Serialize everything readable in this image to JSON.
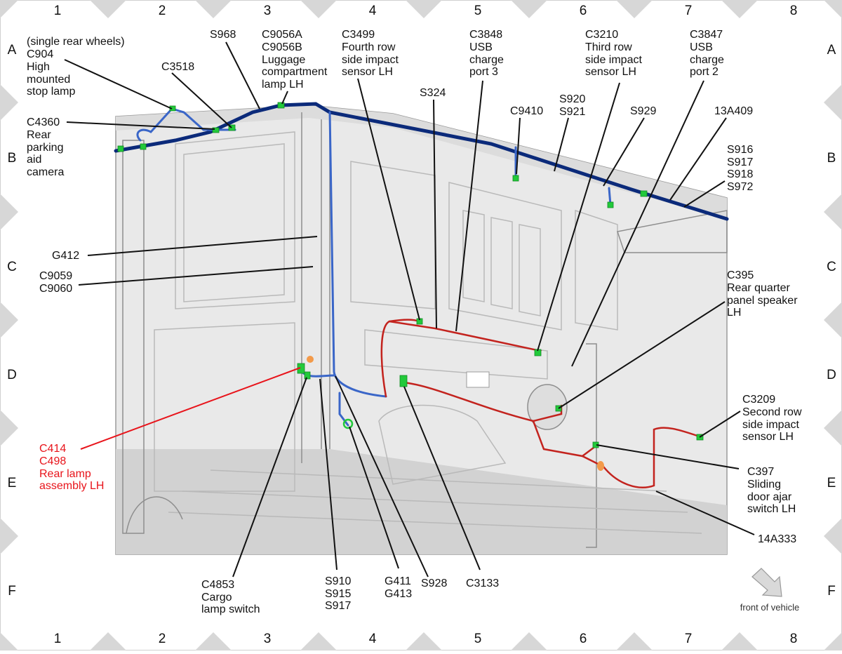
{
  "grid": {
    "columns": [
      "1",
      "2",
      "3",
      "4",
      "5",
      "6",
      "7",
      "8"
    ],
    "rows": [
      "A",
      "B",
      "C",
      "D",
      "E",
      "F"
    ]
  },
  "labels": {
    "c904": [
      "(single rear wheels)",
      "C904",
      "High",
      "mounted",
      "stop lamp"
    ],
    "c4360": [
      "C4360",
      "Rear",
      "parking",
      "aid",
      "camera"
    ],
    "c3518": [
      "C3518"
    ],
    "s968": [
      "S968"
    ],
    "c9056": [
      "C9056A",
      "C9056B",
      "Luggage",
      "compartment",
      "lamp LH"
    ],
    "c3499": [
      "C3499",
      "Fourth row",
      "side impact",
      "sensor LH"
    ],
    "c3848": [
      "C3848",
      "USB",
      "charge",
      "port 3"
    ],
    "s324": [
      "S324"
    ],
    "c9410": [
      "C9410"
    ],
    "s920": [
      "S920",
      "S921"
    ],
    "c3210": [
      "C3210",
      "Third row",
      "side impact",
      "sensor LH"
    ],
    "s929": [
      "S929"
    ],
    "c3847": [
      "C3847",
      "USB",
      "charge",
      "port 2"
    ],
    "a13a409": [
      "13A409"
    ],
    "s916": [
      "S916",
      "S917",
      "S918",
      "S972"
    ],
    "g412": [
      "G412"
    ],
    "c9059": [
      "C9059",
      "C9060"
    ],
    "c395": [
      "C395",
      "Rear quarter",
      "panel speaker",
      "LH"
    ],
    "c414": [
      "C414",
      "C498",
      "Rear lamp",
      "assembly LH"
    ],
    "c3209": [
      "C3209",
      "Second row",
      "side impact",
      "sensor LH"
    ],
    "c397": [
      "C397",
      "Sliding",
      "door ajar",
      "switch LH"
    ],
    "a14a333": [
      "14A333"
    ],
    "c4853": [
      "C4853",
      "Cargo",
      "lamp switch"
    ],
    "s910": [
      "S910",
      "S915",
      "S917"
    ],
    "g411": [
      "G411",
      "G413"
    ],
    "s928": [
      "S928"
    ],
    "c3133": [
      "C3133"
    ]
  },
  "orientation_note": "front of vehicle",
  "colors": {
    "harness_primary": "#0b2a7a",
    "harness_secondary": "#3a66c8",
    "harness_red": "#c3231e",
    "connector": "#22c93a",
    "highlight_label": "#e8141b",
    "body_panel": "#e6e6e6"
  }
}
